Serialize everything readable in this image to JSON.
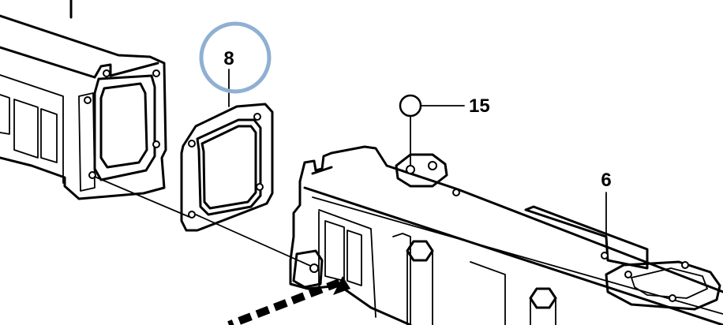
{
  "callouts": {
    "gasket": {
      "label": "8",
      "highlight_color": "#8fb0d2"
    },
    "plug": {
      "label": "15"
    },
    "manifold": {
      "label": "6"
    }
  }
}
